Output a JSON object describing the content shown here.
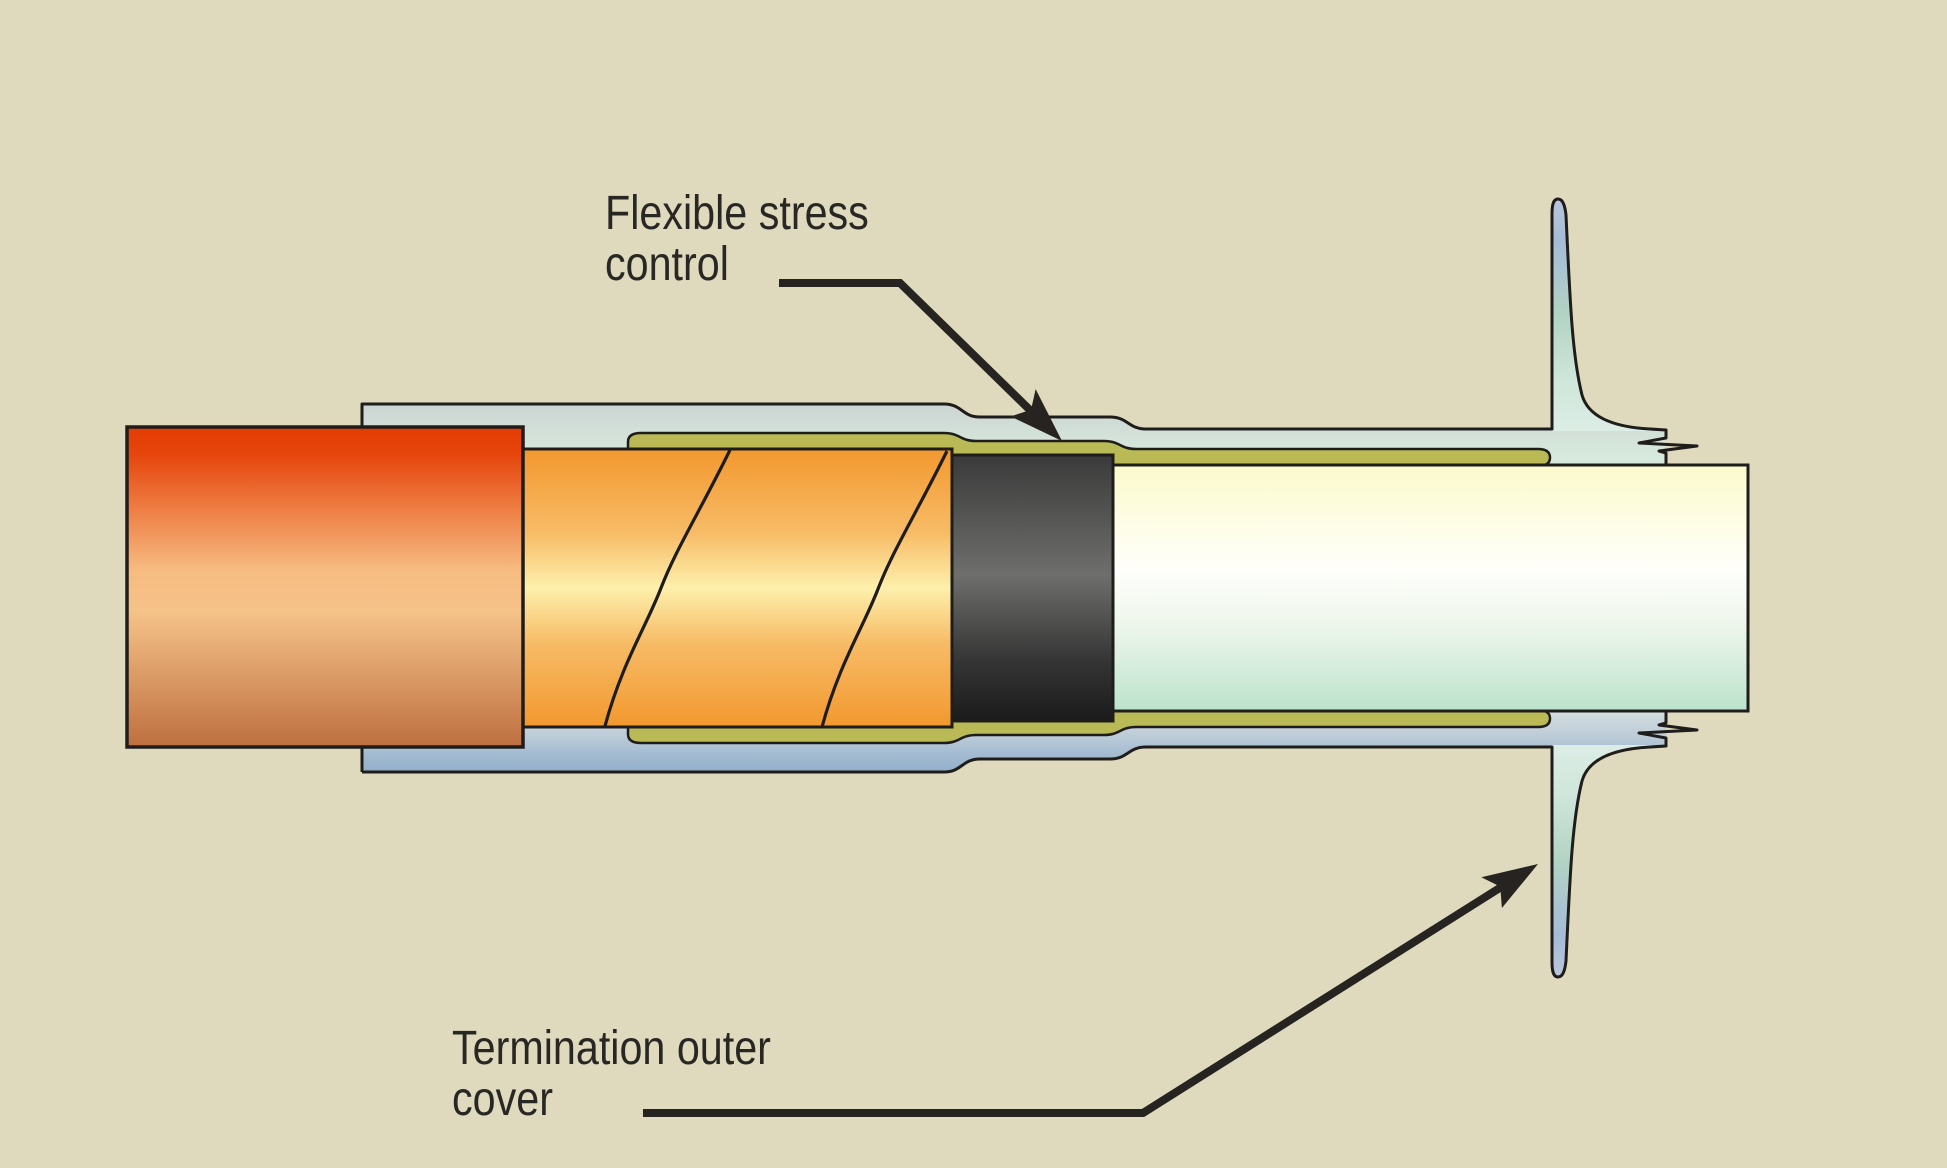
{
  "diagram": {
    "kind": "cable-termination-cross-section",
    "labels": {
      "flexible_stress_control": "Flexible stress\ncontrol",
      "termination_outer_cover": "Termination outer\ncover"
    },
    "colors": {
      "background": "#dfdabd",
      "outline": "#1f1d1b",
      "text": "#292724",
      "arrow": "#272321",
      "termination_cover_blue": "#92aec9",
      "termination_cover_mint": "#d7e9dc",
      "fin_blue": "#a6bbd6",
      "stress_control_olive": "#b9ba55",
      "insulation_cream": "#fbfacc",
      "insulation_mint": "#bce3cc",
      "screen_band_dark": "#3a3a3a",
      "wrapped_layer_orange": "#f2982f",
      "cable_jacket_red": "#e33d03"
    }
  }
}
